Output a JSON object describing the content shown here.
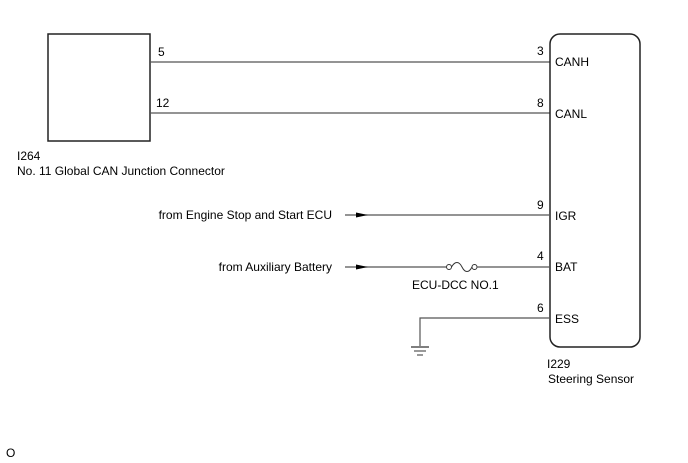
{
  "junction_connector": {
    "code": "I264",
    "name": "No. 11 Global CAN Junction Connector",
    "pins": [
      {
        "pin": "5"
      },
      {
        "pin": "12"
      }
    ]
  },
  "steering_sensor": {
    "code": "I229",
    "name": "Steering Sensor",
    "terminals": [
      {
        "pin": "3",
        "name": "CANH"
      },
      {
        "pin": "8",
        "name": "CANL"
      },
      {
        "pin": "9",
        "name": "IGR"
      },
      {
        "pin": "4",
        "name": "BAT"
      },
      {
        "pin": "6",
        "name": "ESS"
      }
    ]
  },
  "sources": {
    "igr_source": "from Engine Stop and Start ECU",
    "bat_source": "from Auxiliary Battery"
  },
  "fuse": {
    "label": "ECU-DCC NO.1"
  },
  "footer_mark": "O"
}
